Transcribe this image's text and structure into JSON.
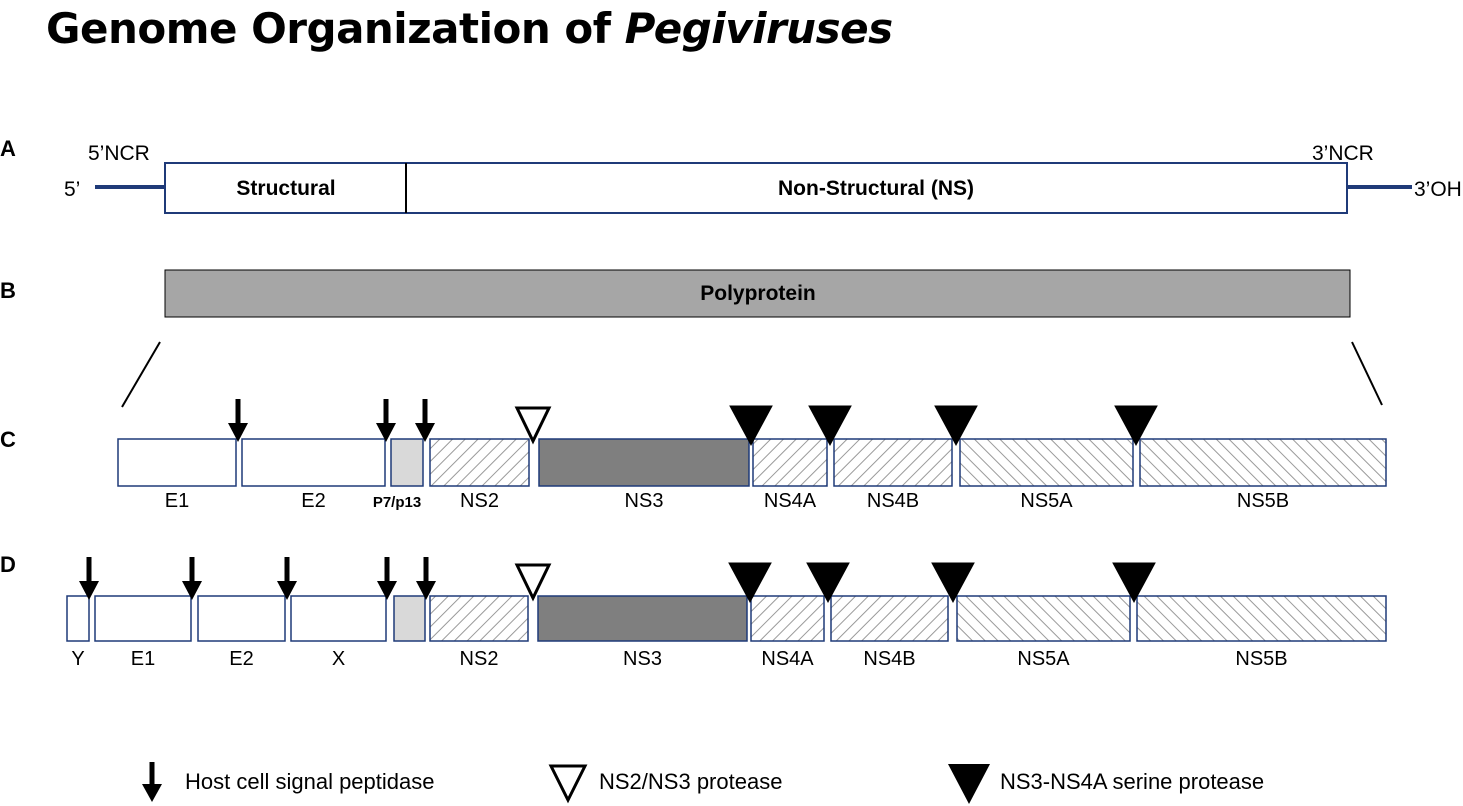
{
  "title": {
    "main": "Genome Organization of ",
    "italic": "Pegiviruses"
  },
  "colors": {
    "outline": "#1f3a78",
    "polyprotein_fill": "#a6a6a6",
    "ns3_fill": "#7f7f7f",
    "p7_fill": "#d9d9d9",
    "hatch": "#9a9a9a",
    "line": "#000000"
  },
  "panel_a": {
    "letter": "A",
    "five_ncr": "5’NCR",
    "three_ncr": "3’NCR",
    "five_end": "5’",
    "three_end": "3’OH",
    "structural": "Structural",
    "nonstructural": "Non-Structural (NS)"
  },
  "panel_b": {
    "letter": "B",
    "label": "Polyprotein"
  },
  "panel_c": {
    "letter": "C",
    "segments": [
      {
        "id": "E1",
        "label": "E1",
        "style": "plain"
      },
      {
        "id": "E2",
        "label": "E2",
        "style": "plain"
      },
      {
        "id": "P7-p13",
        "label": "P7/p13",
        "style": "p7"
      },
      {
        "id": "NS2",
        "label": "NS2",
        "style": "hatch-right"
      },
      {
        "id": "NS3",
        "label": "NS3",
        "style": "dark"
      },
      {
        "id": "NS4A",
        "label": "NS4A",
        "style": "hatch-right"
      },
      {
        "id": "NS4B",
        "label": "NS4B",
        "style": "hatch-right"
      },
      {
        "id": "NS5A",
        "label": "NS5A",
        "style": "hatch-left"
      },
      {
        "id": "NS5B",
        "label": "NS5B",
        "style": "hatch-left"
      }
    ]
  },
  "panel_d": {
    "letter": "D",
    "segments": [
      {
        "id": "Y",
        "label": "Y",
        "style": "plain"
      },
      {
        "id": "E1",
        "label": "E1",
        "style": "plain"
      },
      {
        "id": "E2",
        "label": "E2",
        "style": "plain"
      },
      {
        "id": "X",
        "label": "X",
        "style": "plain"
      },
      {
        "id": "p7",
        "label": "",
        "style": "p7"
      },
      {
        "id": "NS2",
        "label": "NS2",
        "style": "hatch-right"
      },
      {
        "id": "NS3",
        "label": "NS3",
        "style": "dark"
      },
      {
        "id": "NS4A",
        "label": "NS4A",
        "style": "hatch-right"
      },
      {
        "id": "NS4B",
        "label": "NS4B",
        "style": "hatch-right"
      },
      {
        "id": "NS5A",
        "label": "NS5A",
        "style": "hatch-left"
      },
      {
        "id": "NS5B",
        "label": "NS5B",
        "style": "hatch-left"
      }
    ]
  },
  "legend": {
    "signal_peptidase": "Host cell signal peptidase",
    "ns2_ns3_protease": "NS2/NS3 protease",
    "ns3_ns4a_protease": "NS3-NS4A serine protease"
  }
}
